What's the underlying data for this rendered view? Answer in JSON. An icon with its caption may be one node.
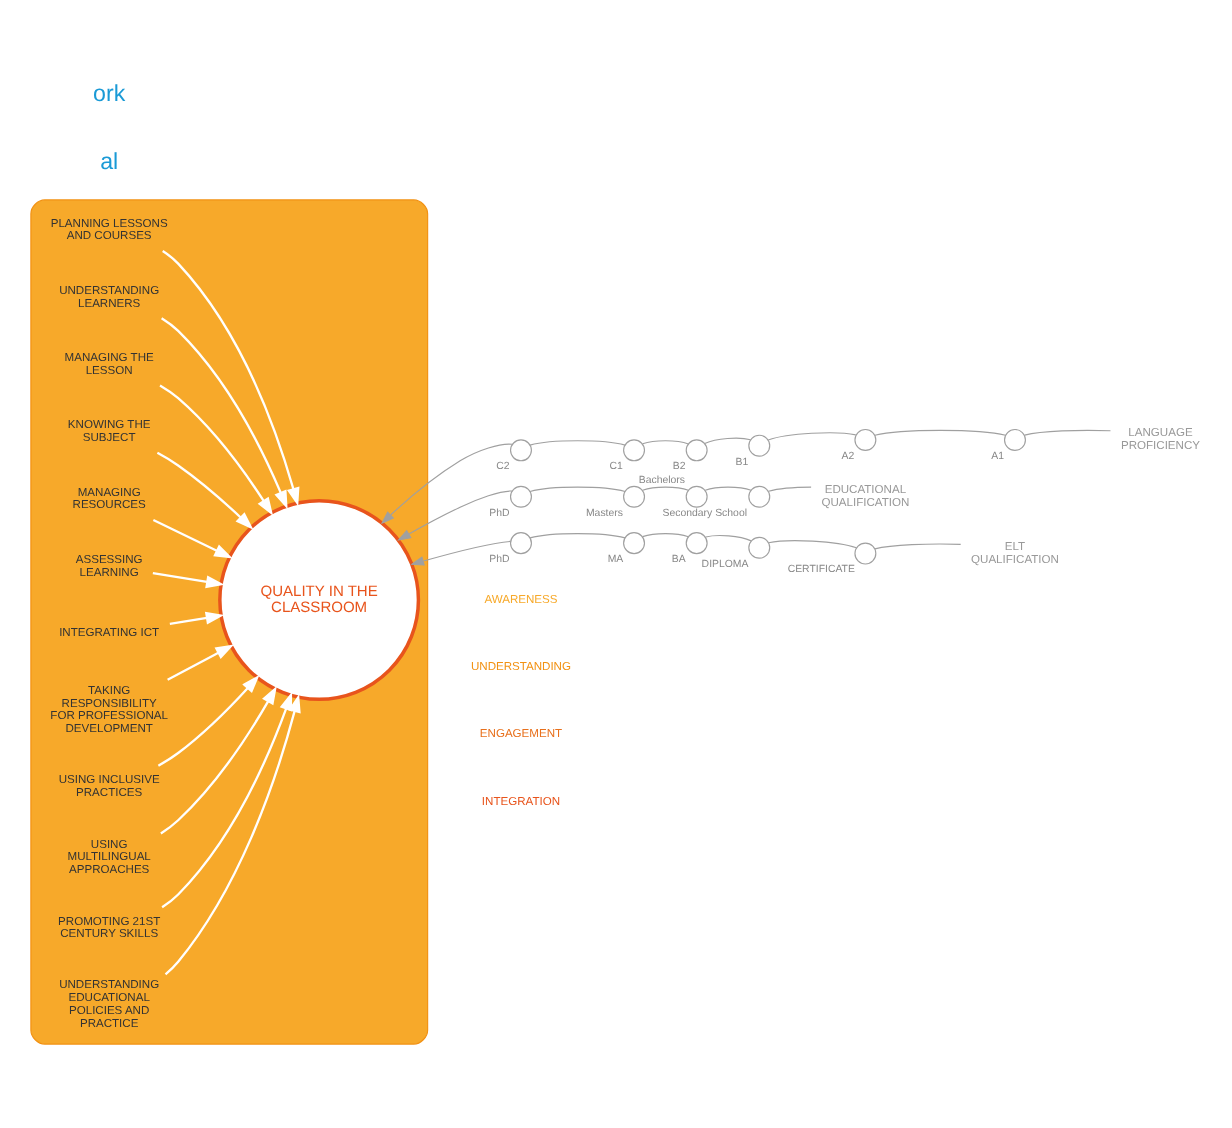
{
  "diagram": {
    "nodes": [
      {
        "text": [],
        "shape": "ring"
      },
      {
        "text": [
          "QUALITY IN THE CLASSROOM"
        ],
        "in": 0
      },
      {
        "text": [
          "PLANNING LESSONS AND COURSES"
        ],
        "in": 0
      },
      {
        "text": [
          "UNDERSTANDING LEARNERS"
        ],
        "in": 0
      },
      {
        "text": [
          "MANAGING THE LESSON"
        ],
        "in": 0
      },
      {
        "text": [
          "KNOWING THE SUBJECT"
        ],
        "in": 0
      },
      {
        "text": [
          "MANAGING RESOURCES"
        ],
        "in": 0
      },
      {
        "text": [
          "ASSESSING LEARNING"
        ],
        "in": 0
      },
      {
        "text": [
          "INTEGRATING ICT"
        ],
        "in": 0
      },
      {
        "text": [
          "TAKING RESPONSIBILITY FOR PROFESSIONAL DEVELOPMENT"
        ],
        "in": 0
      },
      {
        "text": [
          "USING INCLUSIVE PRACTICES"
        ],
        "in": 0
      },
      {
        "text": [
          "USING MULTILINGUAL APPROACHES"
        ],
        "in": 0
      },
      {
        "text": [
          "PROMOTING 21ST CENTURY SKILLS"
        ],
        "in": 0
      },
      {
        "text": [
          "UNDERSTANDING EDUCATIONAL POLICIES AND PRACTICE"
        ],
        "in": 0
      },
      {
        "text": [
          "LANGUAGE PROFICIENCY"
        ]
      },
      {
        "text": [],
        "shape": "circle",
        "beside": [
          "A1"
        ]
      },
      {
        "text": [],
        "shape": "circle",
        "beside": [
          "A2"
        ]
      },
      {
        "text": [],
        "shape": "circle",
        "beside": [
          "B1"
        ]
      },
      {
        "text": [],
        "shape": "circle",
        "beside": [
          "B2"
        ]
      },
      {
        "text": [],
        "shape": "circle",
        "beside": [
          "C1"
        ]
      },
      {
        "text": [],
        "shape": "circle",
        "beside": [
          "C2"
        ]
      },
      {
        "text": [
          "EDUCATIONAL QUALIFICATION"
        ]
      },
      {
        "text": [],
        "shape": "circle",
        "beside": [
          "Secondary School"
        ]
      },
      {
        "text": [],
        "shape": "circle",
        "beside": [
          "Bachelors"
        ]
      },
      {
        "text": [],
        "shape": "circle",
        "beside": [
          "Masters"
        ]
      },
      {
        "text": [],
        "shape": "circle",
        "beside": [
          "PhD"
        ]
      },
      {
        "text": [
          "ELT QUALIFICATION"
        ]
      },
      {
        "text": [],
        "shape": "circle",
        "beside": [
          "CERTIFICATE"
        ]
      },
      {
        "text": [],
        "shape": "circle",
        "beside": [
          "DIPLOMA"
        ]
      },
      {
        "text": [],
        "shape": "circle",
        "beside": [
          "BA"
        ]
      },
      {
        "text": [],
        "shape": "circle",
        "beside": [
          "MA"
        ]
      },
      {
        "text": [],
        "shape": "circle",
        "beside": [
          "PhD"
        ]
      }
    ],
    "edges": [
      {
        "from": 2,
        "to": 1,
        "arrow": "to",
        "color": "#ffffff"
      },
      {
        "from": 3,
        "to": 1,
        "arrow": "to",
        "color": "#ffffff"
      },
      {
        "from": 4,
        "to": 1,
        "arrow": "to",
        "color": "#ffffff"
      },
      {
        "from": 5,
        "to": 1,
        "arrow": "to",
        "color": "#ffffff"
      },
      {
        "from": 6,
        "to": 1,
        "arrow": "to",
        "color": "#ffffff"
      },
      {
        "from": 7,
        "to": 1,
        "arrow": "to",
        "color": "#ffffff"
      },
      {
        "from": 8,
        "to": 1,
        "arrow": "to",
        "color": "#ffffff"
      },
      {
        "from": 9,
        "to": 1,
        "arrow": "to",
        "color": "#ffffff"
      },
      {
        "from": 10,
        "to": 1,
        "arrow": "to",
        "color": "#ffffff"
      },
      {
        "from": 11,
        "to": 1,
        "arrow": "to",
        "color": "#ffffff"
      },
      {
        "from": 12,
        "to": 1,
        "arrow": "to",
        "color": "#ffffff"
      },
      {
        "from": 13,
        "to": 1,
        "arrow": "to",
        "color": "#ffffff"
      },
      {
        "from": 14,
        "to": 15,
        "arrow": "none"
      },
      {
        "from": 15,
        "to": 16,
        "arrow": "none"
      },
      {
        "from": 16,
        "to": 17,
        "arrow": "none"
      },
      {
        "from": 17,
        "to": 18,
        "arrow": "none"
      },
      {
        "from": 18,
        "to": 19,
        "arrow": "none"
      },
      {
        "from": 19,
        "to": 20,
        "arrow": "none"
      },
      {
        "from": 20,
        "to": 1,
        "arrow": "to"
      },
      {
        "from": 21,
        "to": 22,
        "arrow": "none"
      },
      {
        "from": 22,
        "to": 23,
        "arrow": "none"
      },
      {
        "from": 23,
        "to": 24,
        "arrow": "none"
      },
      {
        "from": 24,
        "to": 25,
        "arrow": "none"
      },
      {
        "from": 25,
        "to": 1,
        "arrow": "to"
      },
      {
        "from": 26,
        "to": 27,
        "arrow": "none"
      },
      {
        "from": 27,
        "to": 28,
        "arrow": "none"
      },
      {
        "from": 28,
        "to": 29,
        "arrow": "none"
      },
      {
        "from": 29,
        "to": 30,
        "arrow": "none"
      },
      {
        "from": 30,
        "to": 31,
        "arrow": "none"
      },
      {
        "from": 31,
        "to": 1,
        "arrow": "to"
      }
    ],
    "labels": [
      "al",
      "ork",
      "AWARENESS",
      "UNDERSTANDING",
      "ENGAGEMENT",
      "INTEGRATION"
    ]
  }
}
